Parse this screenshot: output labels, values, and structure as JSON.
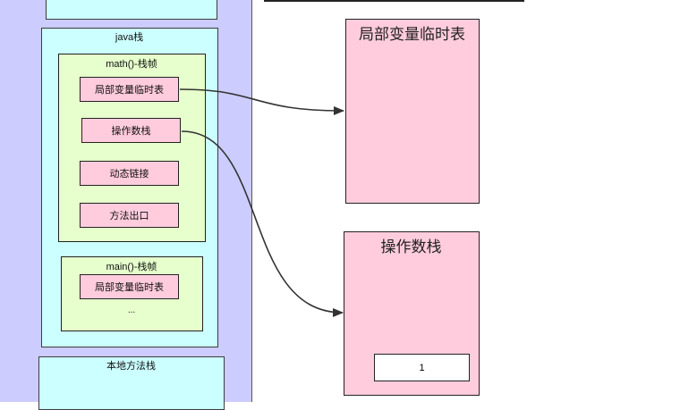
{
  "java_stack": {
    "title": "java栈",
    "math_frame": {
      "title": "math()-栈帧",
      "items": [
        "局部变量临时表",
        "操作数栈",
        "动态链接",
        "方法出口"
      ]
    },
    "main_frame": {
      "title": "main()-栈帧",
      "items": [
        "局部变量临时表"
      ],
      "ellipsis": "..."
    }
  },
  "native_stack": {
    "title": "本地方法栈"
  },
  "local_var_table": {
    "title": "局部变量临时表"
  },
  "operand_stack": {
    "title": "操作数栈",
    "value": "1"
  },
  "colors": {
    "jvm_panel": "#ccccff",
    "stack": "#ccffff",
    "frame": "#e6ffcc",
    "cell": "#ffccdd",
    "arrow": "#333333"
  }
}
